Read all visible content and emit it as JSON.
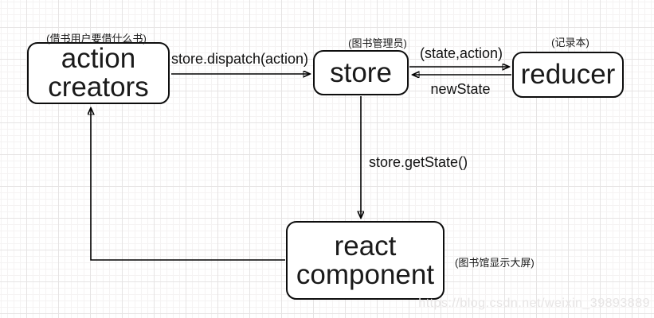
{
  "diagram": {
    "title_hint": "redux data flow diagram",
    "nodes": {
      "action_creators": {
        "label": "action creators",
        "annotation": "(借书用户要借什么书)"
      },
      "store": {
        "label": "store",
        "annotation": "(图书管理员)"
      },
      "reducer": {
        "label": "reducer",
        "annotation": "(记录本)"
      },
      "react_component": {
        "label": "react component",
        "annotation": "(图书馆显示大屏)"
      }
    },
    "edges": [
      {
        "from": "action_creators",
        "to": "store",
        "label": "store.dispatch(action)"
      },
      {
        "from": "store",
        "to": "reducer",
        "label": "(state,action)"
      },
      {
        "from": "reducer",
        "to": "store",
        "label": "newState"
      },
      {
        "from": "store",
        "to": "react_component",
        "label": "store.getState()"
      },
      {
        "from": "react_component",
        "to": "action_creators",
        "label": ""
      }
    ],
    "watermark": "https://blog.csdn.net/weixin_39893889",
    "colors": {
      "stroke": "#000000",
      "node_fill": "#ffffff",
      "text": "#1a1a1a",
      "grid_minor": "#f5f3f3",
      "grid_major": "#e6e4e4",
      "watermark": "#e7e5e5"
    }
  }
}
